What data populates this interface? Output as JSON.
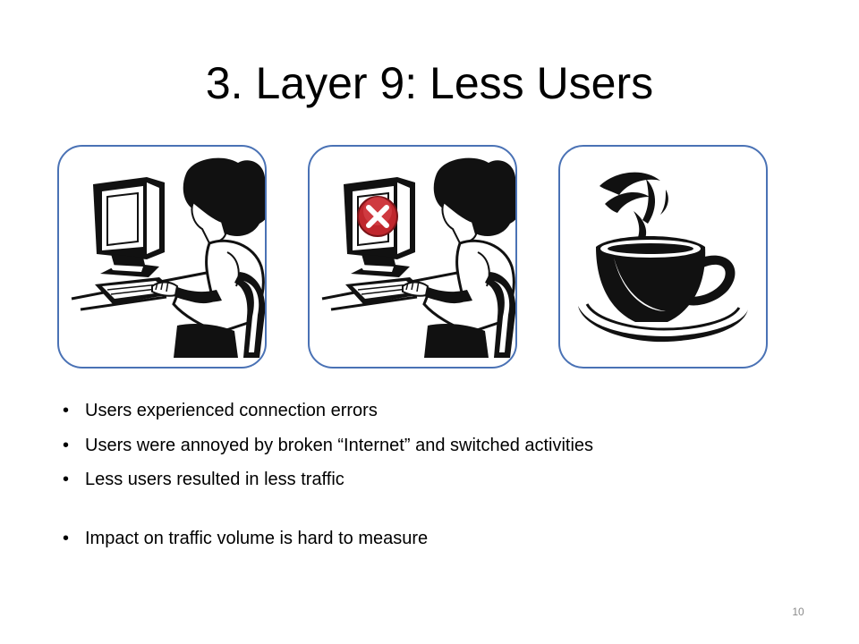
{
  "slide": {
    "title": "3. Layer 9: Less Users",
    "page_number": "10"
  },
  "panels": [
    {
      "icon": "user-at-computer-icon"
    },
    {
      "icon": "user-at-computer-error-icon",
      "overlay": "error-x-icon",
      "overlay_color": "#c0272d"
    },
    {
      "icon": "coffee-cup-icon"
    }
  ],
  "colors": {
    "panel_border": "#4a72b5",
    "text": "#000000",
    "page_number": "#8a8a8a"
  },
  "bullets": [
    {
      "marker": "•",
      "text": "Users experienced connection errors"
    },
    {
      "marker": "•",
      "text": "Users were annoyed by broken “Internet” and switched activities"
    },
    {
      "marker": "•",
      "text": "Less users resulted in less traffic"
    },
    {
      "marker": "•",
      "text": "Impact on traffic volume is hard to measure"
    }
  ]
}
